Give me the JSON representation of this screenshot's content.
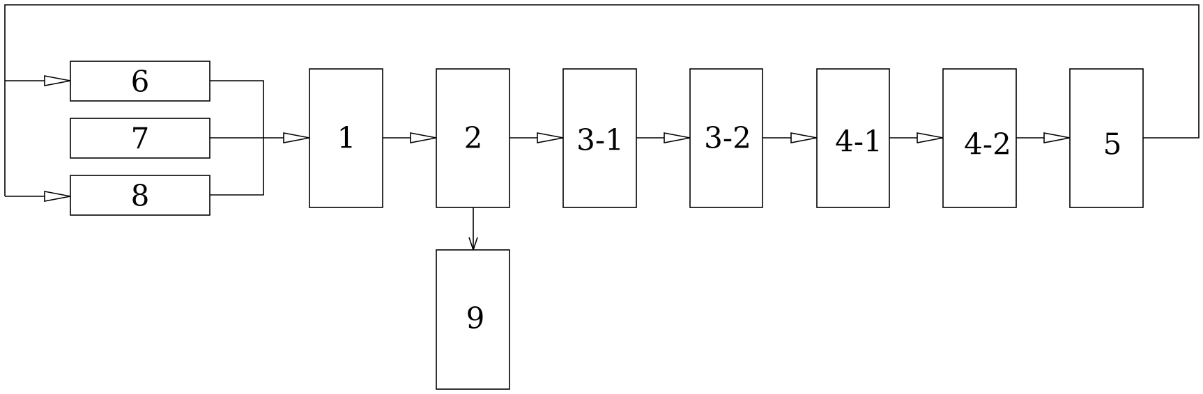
{
  "blocks": {
    "b1": "1",
    "b2": "2",
    "b3_1": "3-1",
    "b3_2": "3-2",
    "b4_1": "4-1",
    "b4_2": "4-2",
    "b5": "5",
    "b6": "6",
    "b7": "7",
    "b8": "8",
    "b9": "9"
  }
}
